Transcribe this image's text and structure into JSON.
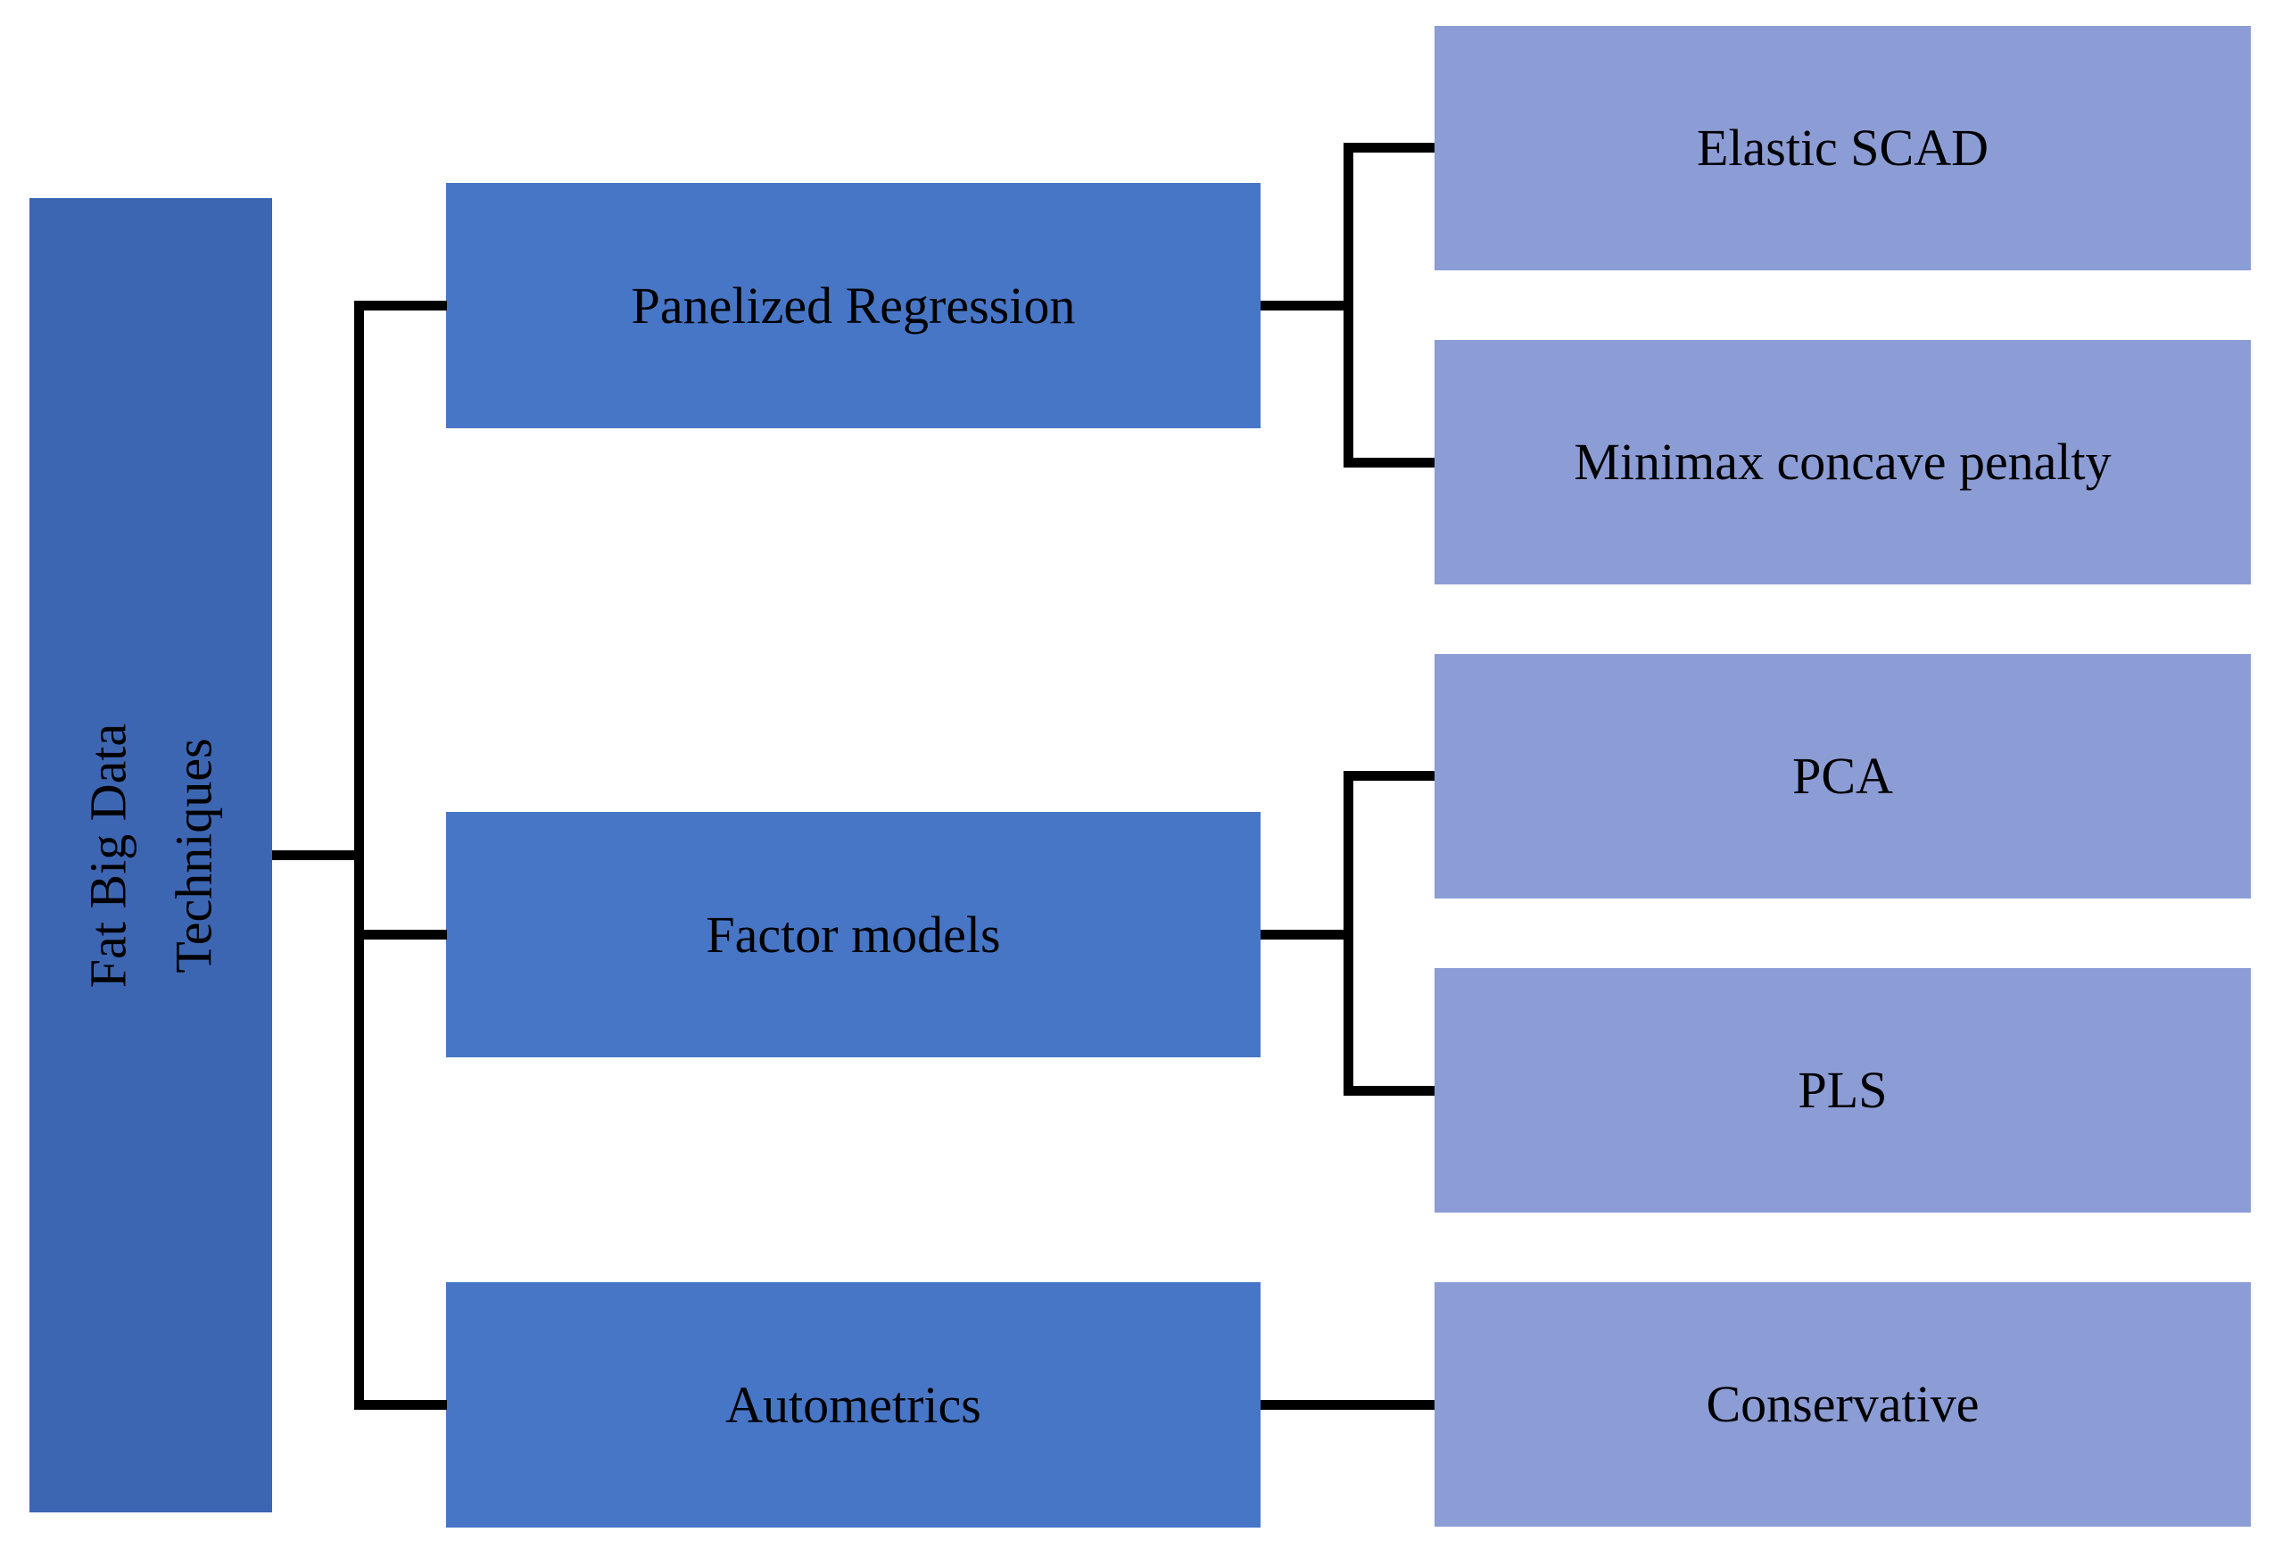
{
  "diagram": {
    "title": "Fat Big Data Techniques hierarchy",
    "root": {
      "line1": "Fat Big Data",
      "line2": "Techniques"
    },
    "branches": [
      {
        "label": "Panelized Regression",
        "children": [
          "Elastic SCAD",
          "Minimax concave penalty"
        ]
      },
      {
        "label": "Factor models",
        "children": [
          "PCA",
          "PLS"
        ]
      },
      {
        "label": "Autometrics",
        "children": [
          "Conservative"
        ]
      }
    ],
    "colors": {
      "root_fill": "#3D66B2",
      "branch_fill": "#4876C6",
      "leaf_fill": "#8C9DD6",
      "connector": "#000000",
      "text": "#000000"
    }
  }
}
